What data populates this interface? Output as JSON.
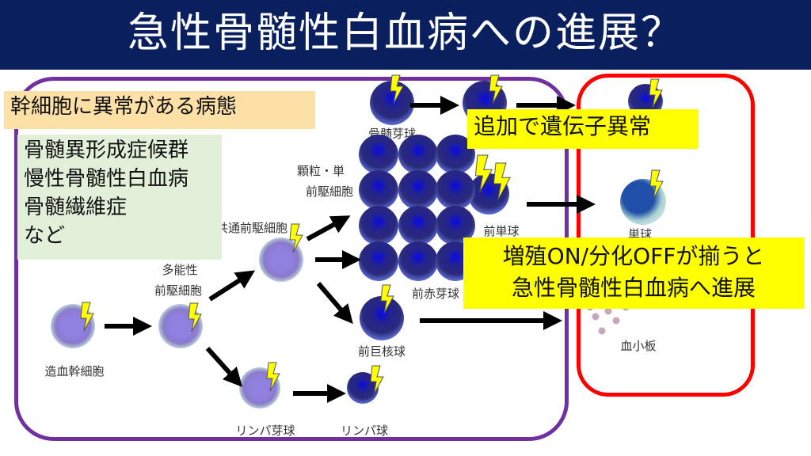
{
  "title": "急性骨髄性白血病への進展？",
  "stem_cell_disorders": {
    "heading": "幹細胞に異常がある病態",
    "items": [
      "骨髄異形成症候群",
      "慢性骨髄性白血病",
      "骨髄繊維症",
      "など"
    ]
  },
  "callouts": {
    "additional_mutation": "追加で遺伝子異常",
    "progression_line1": "増殖ON/分化OFFが揃うと",
    "progression_line2": "急性骨髄性白血病へ進展"
  },
  "cells": {
    "hsc": "造血幹細胞",
    "mpp_line1": "多能性",
    "mpp_line2": "前駆細胞",
    "cmp": "共通前駆細胞",
    "gmp_line1": "顆粒・単",
    "gmp_line2": "前駆細胞",
    "myeloblast": "骨髄芽球",
    "promonocyte": "前単球",
    "proerythroblast": "前赤芽球",
    "promegakaryocyte": "前巨核球",
    "lymphoblast": "リンパ芽球",
    "lymphocyte": "リンパ球",
    "monocyte": "単球",
    "platelet": "血小板"
  },
  "colors": {
    "title_bg": "#0a1f5e",
    "chronic_border": "#7030a0",
    "acute_border": "#ff0000",
    "highlight": "#ffff00"
  }
}
